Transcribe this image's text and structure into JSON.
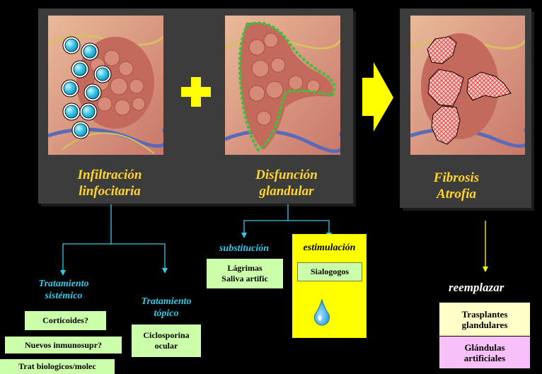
{
  "panels": {
    "infiltration": {
      "label": "Infiltración\nlinfocitaria"
    },
    "dysfunction": {
      "label": "Disfunción\nglandular"
    },
    "fibrosis": {
      "label": "Fibrosis\nAtrofia",
      "patch_label": ""
    }
  },
  "branches": {
    "systemic_title": "Tratamiento\nsistémico",
    "topical_title": "Tratamiento\ntópico",
    "substitution_title": "substitución",
    "stimulation_title": "estimulación",
    "replace_title": "reemplazar"
  },
  "boxes": {
    "corticoides": "Corticoides?",
    "nuevos": "Nuevos inmunosupr?",
    "trat_bio": "Trat biologicos/molec",
    "ciclosporina": "Ciclosporina\nocular",
    "lagrimas": "Lágrimas\nSaliva artific",
    "sialogogos": "Sialogogos",
    "trasplantes": "Trasplantes\nglandulares",
    "glandulas": "Glándulas\nartificiales"
  },
  "colors": {
    "panel": "#3c3c3c",
    "label_yellow": "#ffd52a",
    "cyan": "#38c9e8",
    "green_box": "#ccffaa",
    "yellow_bg": "#ffff00",
    "cream_box": "#ffffc8",
    "pink_box": "#f8c0f8"
  },
  "icons": [
    "plus-icon",
    "big-right-arrow-icon",
    "water-drop-icon",
    "lymphocyte-icon",
    "fibrosis-patch-icon"
  ]
}
